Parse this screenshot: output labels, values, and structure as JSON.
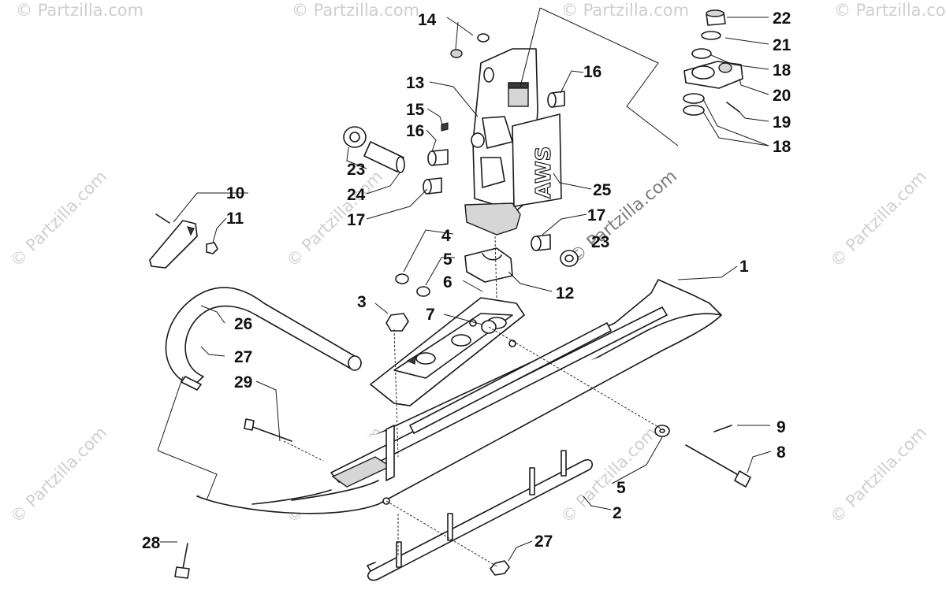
{
  "diagram": {
    "callouts": [
      "1",
      "2",
      "3",
      "4",
      "5",
      "5",
      "6",
      "7",
      "8",
      "9",
      "10",
      "11",
      "12",
      "13",
      "14",
      "15",
      "16",
      "16",
      "17",
      "17",
      "18",
      "18",
      "19",
      "20",
      "21",
      "22",
      "23",
      "23",
      "24",
      "25",
      "26",
      "27",
      "27",
      "28",
      "29"
    ],
    "brand_decal": "AWS",
    "watermark": "© Partzilla.com"
  }
}
